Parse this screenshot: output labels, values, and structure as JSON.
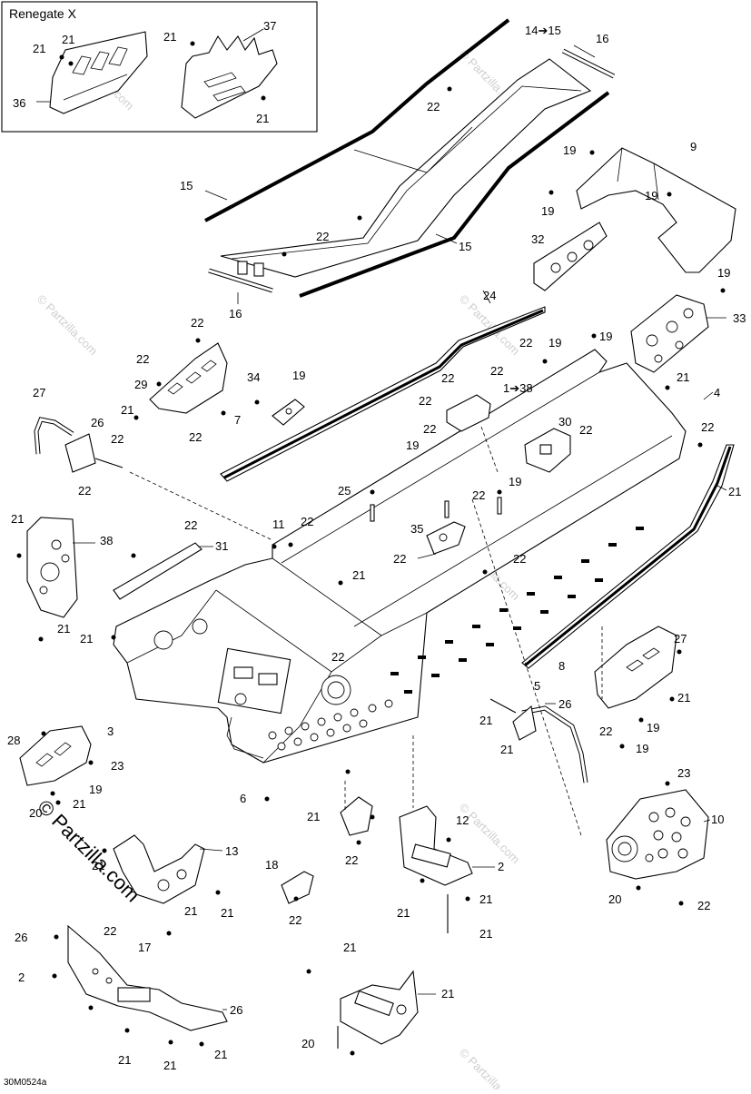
{
  "inset": {
    "title": "Renegate X"
  },
  "watermarks": {
    "main": "© Partzilla.com",
    "repeat": "© Partzilla.com"
  },
  "footer": {
    "code": "30M0524a"
  },
  "callouts": [
    {
      "id": "c1",
      "text": "21"
    },
    {
      "id": "c2",
      "text": "21"
    },
    {
      "id": "c3",
      "text": "36"
    },
    {
      "id": "c4",
      "text": "21"
    },
    {
      "id": "c5",
      "text": "37"
    },
    {
      "id": "c6",
      "text": "21"
    },
    {
      "id": "c7",
      "text": "14➔15"
    },
    {
      "id": "c8",
      "text": "16"
    },
    {
      "id": "c9",
      "text": "22"
    },
    {
      "id": "c10",
      "text": "9"
    },
    {
      "id": "c11",
      "text": "19"
    },
    {
      "id": "c12",
      "text": "15"
    },
    {
      "id": "c13",
      "text": "19"
    },
    {
      "id": "c14",
      "text": "19"
    },
    {
      "id": "c15",
      "text": "22"
    },
    {
      "id": "c16",
      "text": "32"
    },
    {
      "id": "c17",
      "text": "15"
    },
    {
      "id": "c18",
      "text": "19"
    },
    {
      "id": "c19",
      "text": "16"
    },
    {
      "id": "c20",
      "text": "24"
    },
    {
      "id": "c21",
      "text": "33"
    },
    {
      "id": "c22",
      "text": "22"
    },
    {
      "id": "c23",
      "text": "22"
    },
    {
      "id": "c24",
      "text": "19"
    },
    {
      "id": "c25",
      "text": "19"
    },
    {
      "id": "c26",
      "text": "22"
    },
    {
      "id": "c27",
      "text": "22"
    },
    {
      "id": "c28",
      "text": "22"
    },
    {
      "id": "c29",
      "text": "34"
    },
    {
      "id": "c30",
      "text": "19"
    },
    {
      "id": "c31",
      "text": "21"
    },
    {
      "id": "c32",
      "text": "21"
    },
    {
      "id": "c33",
      "text": "7"
    },
    {
      "id": "c34",
      "text": "22"
    },
    {
      "id": "c35",
      "text": "29"
    },
    {
      "id": "c36",
      "text": "1➔38"
    },
    {
      "id": "c37",
      "text": "4"
    },
    {
      "id": "c38",
      "text": "27"
    },
    {
      "id": "c39",
      "text": "26"
    },
    {
      "id": "c40",
      "text": "22"
    },
    {
      "id": "c41",
      "text": "22"
    },
    {
      "id": "c42",
      "text": "22"
    },
    {
      "id": "c43",
      "text": "19"
    },
    {
      "id": "c44",
      "text": "22"
    },
    {
      "id": "c45",
      "text": "30"
    },
    {
      "id": "c46",
      "text": "19"
    },
    {
      "id": "c47",
      "text": "22"
    },
    {
      "id": "c48",
      "text": "22"
    },
    {
      "id": "c49",
      "text": "25"
    },
    {
      "id": "c50",
      "text": "21"
    },
    {
      "id": "c51",
      "text": "21"
    },
    {
      "id": "c52",
      "text": "22"
    },
    {
      "id": "c53",
      "text": "22"
    },
    {
      "id": "c54",
      "text": "11"
    },
    {
      "id": "c55",
      "text": "38"
    },
    {
      "id": "c56",
      "text": "31"
    },
    {
      "id": "c57",
      "text": "35"
    },
    {
      "id": "c58",
      "text": "22"
    },
    {
      "id": "c59",
      "text": "22"
    },
    {
      "id": "c60",
      "text": "21"
    },
    {
      "id": "c61",
      "text": "21"
    },
    {
      "id": "c62",
      "text": "21"
    },
    {
      "id": "c63",
      "text": "22"
    },
    {
      "id": "c64",
      "text": "22"
    },
    {
      "id": "c65",
      "text": "27"
    },
    {
      "id": "c66",
      "text": "5"
    },
    {
      "id": "c67",
      "text": "26"
    },
    {
      "id": "c68",
      "text": "21"
    },
    {
      "id": "c69",
      "text": "8"
    },
    {
      "id": "c70",
      "text": "22"
    },
    {
      "id": "c71",
      "text": "19"
    },
    {
      "id": "c72",
      "text": "21"
    },
    {
      "id": "c73",
      "text": "21"
    },
    {
      "id": "c74",
      "text": "19"
    },
    {
      "id": "c75",
      "text": "28"
    },
    {
      "id": "c76",
      "text": "23"
    },
    {
      "id": "c77",
      "text": "19"
    },
    {
      "id": "c78",
      "text": "3"
    },
    {
      "id": "c79",
      "text": "20"
    },
    {
      "id": "c80",
      "text": "21"
    },
    {
      "id": "c81",
      "text": "6"
    },
    {
      "id": "c82",
      "text": "21"
    },
    {
      "id": "c83",
      "text": "22"
    },
    {
      "id": "c84",
      "text": "12"
    },
    {
      "id": "c85",
      "text": "10"
    },
    {
      "id": "c86",
      "text": "13"
    },
    {
      "id": "c87",
      "text": "18"
    },
    {
      "id": "c88",
      "text": "2"
    },
    {
      "id": "c89",
      "text": "21"
    },
    {
      "id": "c90",
      "text": "23"
    },
    {
      "id": "c91",
      "text": "21"
    },
    {
      "id": "c92",
      "text": "21"
    },
    {
      "id": "c93",
      "text": "22"
    },
    {
      "id": "c94",
      "text": "22"
    },
    {
      "id": "c95",
      "text": "21"
    },
    {
      "id": "c96",
      "text": "21"
    },
    {
      "id": "c97",
      "text": "20"
    },
    {
      "id": "c98",
      "text": "26"
    },
    {
      "id": "c99",
      "text": "21"
    },
    {
      "id": "c100",
      "text": "22"
    },
    {
      "id": "c101",
      "text": "21"
    },
    {
      "id": "c102",
      "text": "17"
    },
    {
      "id": "c103",
      "text": "21"
    },
    {
      "id": "c104",
      "text": "2"
    },
    {
      "id": "c105",
      "text": "26"
    },
    {
      "id": "c106",
      "text": "20"
    },
    {
      "id": "c107",
      "text": "21"
    },
    {
      "id": "c108",
      "text": "21"
    },
    {
      "id": "c109",
      "text": "21"
    }
  ]
}
